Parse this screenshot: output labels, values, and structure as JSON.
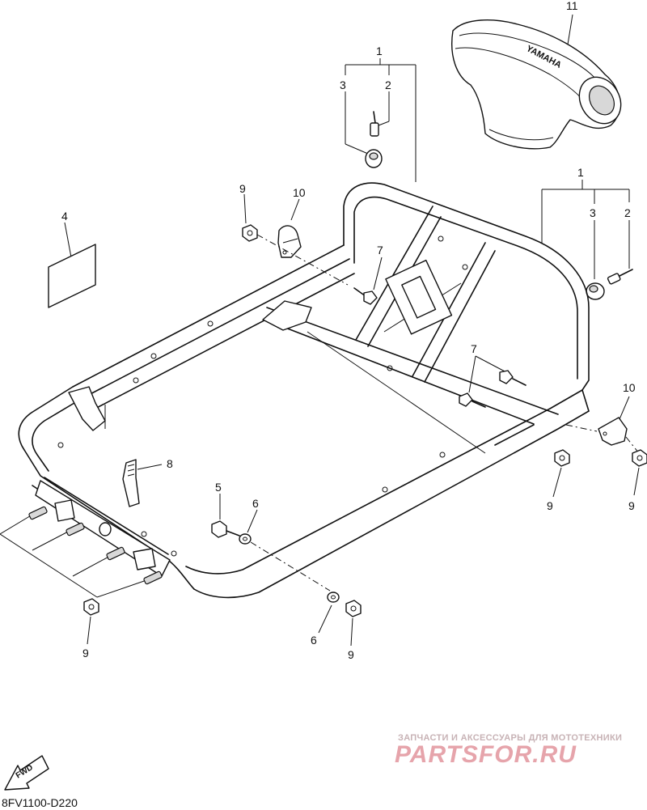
{
  "diagram": {
    "code": "8FV1100-D220",
    "fwd_label": "FWD",
    "watermark": {
      "caption": "ЗАПЧАСТИ И АКСЕССУАРЫ ДЛЯ МОТОТЕХНИКИ",
      "brand": "PARTSFOR.RU"
    },
    "brand_on_part": "YAMAHA",
    "callouts": {
      "c11": "11",
      "c1_top": "1",
      "c2_top": "2",
      "c3_top": "3",
      "c1_right": "1",
      "c2_right": "2",
      "c3_right": "3",
      "c9_upper": "9",
      "c10_upper": "10",
      "c4": "4",
      "c7_upper": "7",
      "c7_right": "7",
      "c10_right": "10",
      "c8": "8",
      "c5": "5",
      "c6_upper": "6",
      "c9_right_a": "9",
      "c9_right_b": "9",
      "c9_lower_left": "9",
      "c6_lower": "6",
      "c9_lower_mid": "9"
    }
  }
}
